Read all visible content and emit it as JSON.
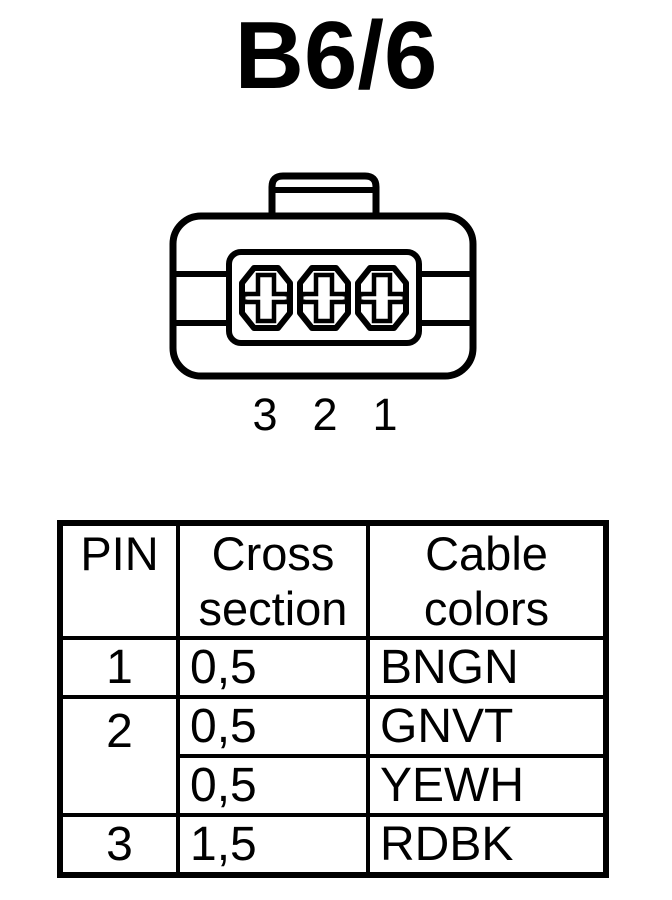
{
  "title": "B6/6",
  "connector": {
    "pin_labels": [
      "3",
      "2",
      "1"
    ]
  },
  "table": {
    "headers": {
      "pin": "PIN",
      "cross_section": "Cross\nsection",
      "cable_colors": "Cable\ncolors"
    },
    "rows": [
      {
        "pin": "1",
        "cross": "0,5",
        "cable": "BNGN"
      },
      {
        "pin": "2",
        "cross": "0,5",
        "cable": "GNVT"
      },
      {
        "pin": "",
        "cross": "0,5",
        "cable": "YEWH"
      },
      {
        "pin": "3",
        "cross": "1,5",
        "cable": "RDBK"
      }
    ]
  }
}
